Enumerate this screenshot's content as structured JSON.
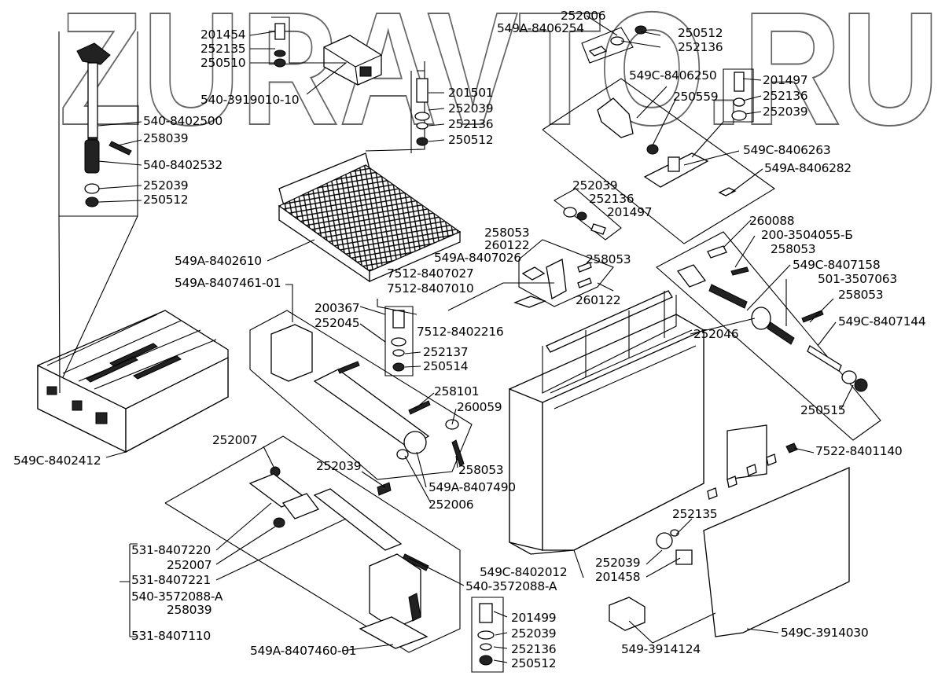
{
  "watermark": "ZURAVTO.RU",
  "callouts": {
    "c201454": "201454",
    "c252135a": "252135",
    "c250510": "250510",
    "c540_3919010_10": "540-3919010-10",
    "c540_8402500": "540-8402500",
    "c258039a": "258039",
    "c540_8402532": "540-8402532",
    "c252039a": "252039",
    "c250512a": "250512",
    "c201501": "201501",
    "c252039b": "252039",
    "c252136a": "252136",
    "c250512b": "250512",
    "c549A_8402610": "549A-8402610",
    "c549A_8407461_01": "549A-8407461-01",
    "c549A_8406254": "549A-8406254",
    "c252006a": "252006",
    "c250512c": "250512",
    "c252136b": "252136",
    "c549C_8406250": "549C-8406250",
    "c250559": "250559",
    "c201497a": "201497",
    "c252136c": "252136",
    "c252039c": "252039",
    "c549C_8406263": "549C-8406263",
    "c549A_8406282": "549A-8406282",
    "c252039d": "252039",
    "c252136d": "252136",
    "c201497b": "201497",
    "c258053a": "258053",
    "c260122a": "260122",
    "c549A_8407026": "549A-8407026",
    "c7512_8407027": "7512-8407027",
    "c7512_8407010": "7512-8407010",
    "c258053b": "258053",
    "c260122b": "260122",
    "c260088": "260088",
    "c200_3504055_B": "200-3504055-Б",
    "c258053c": "258053",
    "c549C_8407158": "549C-8407158",
    "c501_3507063": "501-3507063",
    "c258053d": "258053",
    "c549C_8407144": "549C-8407144",
    "c252046": "252046",
    "c250515": "250515",
    "c200367": "200367",
    "c252045": "252045",
    "c7512_8402216": "7512-8402216",
    "c252137": "252137",
    "c250514": "250514",
    "c258101": "258101",
    "c260059": "260059",
    "c258053e": "258053",
    "c549A_8407490": "549A-8407490",
    "c252006b": "252006",
    "c252007a": "252007",
    "c252039e": "252039",
    "c549C_8402412": "549C-8402412",
    "c7522_8401140": "7522-8401140",
    "c252135b": "252135",
    "c252039f": "252039",
    "c201458": "201458",
    "c549C_8402012": "549C-8402012",
    "c540_3572088_A1": "540-3572088-A",
    "c531_8407220": "531-8407220",
    "c252007b": "252007",
    "c531_8407221": "531-8407221",
    "c540_3572088_A2": "540-3572088-A",
    "c258039b": "258039",
    "c531_8407110": "531-8407110",
    "c201499": "201499",
    "c252039g": "252039",
    "c252136e": "252136",
    "c250512d": "250512",
    "c549A_8407460_01": "549A-8407460-01",
    "c549_3914124": "549-3914124",
    "c549C_3914030": "549C-3914030"
  }
}
